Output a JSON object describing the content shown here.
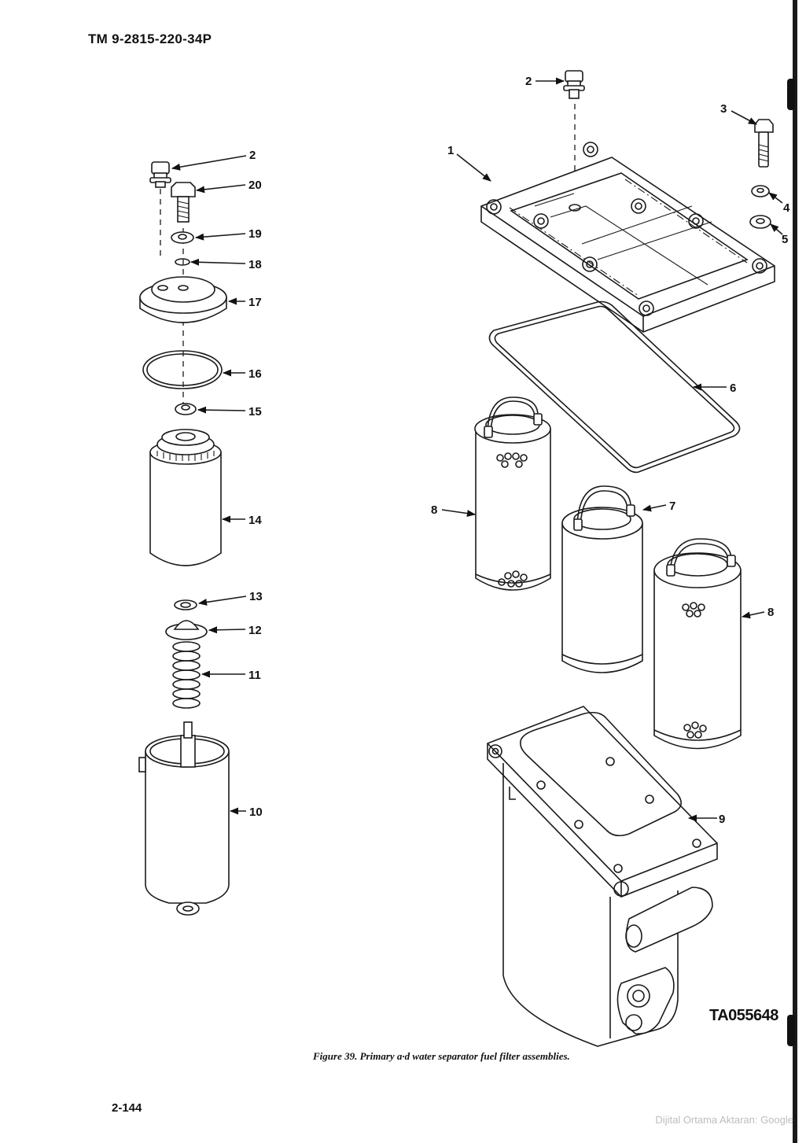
{
  "header": {
    "tm_number": "TM 9-2815-220-34P"
  },
  "footer": {
    "page_number": "2-144",
    "watermark": "Dijital Ortama Aktaran: Google"
  },
  "figure": {
    "caption": "Figure 39. Primary a·d water separator fuel filter assemblies.",
    "code": "TA055648"
  },
  "callouts": {
    "c1": "1",
    "c2_right": "2",
    "c3": "3",
    "c4": "4",
    "c5": "5",
    "c6": "6",
    "c7": "7",
    "c8_left": "8",
    "c8_right": "8",
    "c9": "9",
    "c2_left": "2",
    "c20": "20",
    "c19": "19",
    "c18": "18",
    "c17": "17",
    "c16": "16",
    "c15": "15",
    "c14": "14",
    "c13": "13",
    "c12": "12",
    "c11": "11",
    "c10": "10"
  }
}
